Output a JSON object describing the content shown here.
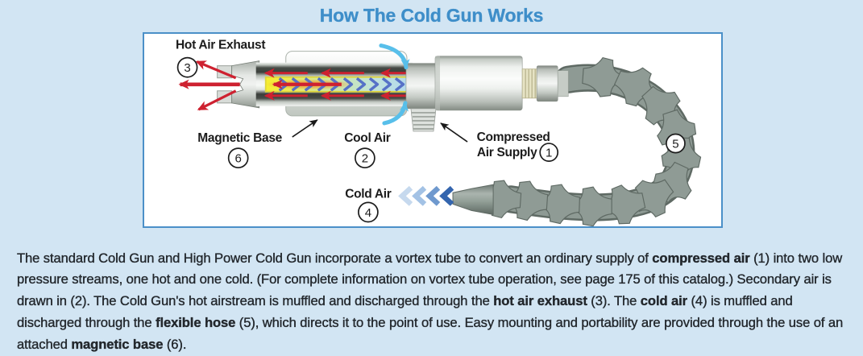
{
  "title": {
    "text": "How The Cold Gun Works"
  },
  "diagram": {
    "labels": {
      "hot_air_exhaust": {
        "label": "Hot Air Exhaust",
        "number": "3"
      },
      "magnetic_base": {
        "label": "Magnetic Base",
        "number": "6"
      },
      "cool_air": {
        "label": "Cool Air",
        "number": "2"
      },
      "compressed_air_supply": {
        "label_line1": "Compressed",
        "label_line2": "Air Supply",
        "number": "1"
      },
      "cold_air": {
        "label": "Cold Air",
        "number": "4"
      },
      "flexible_hose": {
        "number": "5"
      }
    },
    "colors": {
      "background": "#d2e5f3",
      "panel_border": "#4b90c8",
      "title_blue": "#3e8ec9",
      "hot_arrow_red": "#ce2130",
      "intake_arrow_cyan": "#58bfea",
      "core_chevron_blue": "#5671c7",
      "cold_chevrons": [
        "#c6d9ee",
        "#a3c2e5",
        "#6f99ce",
        "#3465ae"
      ],
      "hose_gray": "#8e9a94",
      "body_text": "#22272c"
    }
  },
  "paragraph": {
    "segments": [
      {
        "text": "The standard Cold Gun and High Power Cold Gun incorporate a vortex tube to convert an ordinary supply of "
      },
      {
        "text": "compressed air"
      },
      {
        "text": " (1) into two low pressure streams, one hot and one cold. (For complete information on vortex tube operation, see page 175 of this catalog.) Secondary air is drawn in (2). The Cold Gun's hot airstream is muffled and discharged through the "
      },
      {
        "text": "hot air exhaust"
      },
      {
        "text": " (3). The "
      },
      {
        "text": "cold air"
      },
      {
        "text": " (4) is muffled and discharged through the "
      },
      {
        "text": "flexible hose"
      },
      {
        "text": " (5), which directs it to the point of use. Easy mounting and portability are "
      },
      {
        "text": "provided through the use of an attached "
      },
      {
        "text": "magnetic base"
      },
      {
        "text": " (6)."
      }
    ]
  }
}
